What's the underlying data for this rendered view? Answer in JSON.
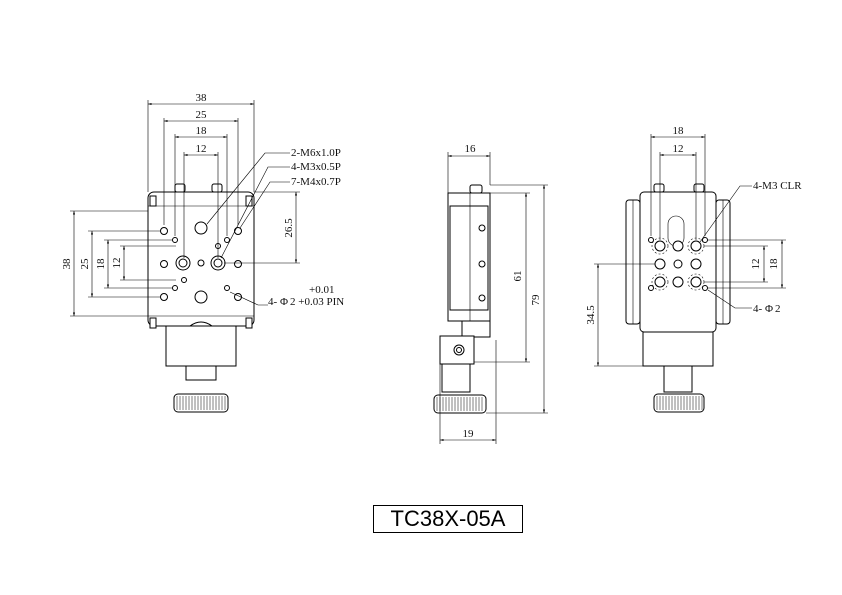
{
  "model": "TC38X-05A",
  "front_view": {
    "dims": {
      "d38_top": "38",
      "d25_top": "25",
      "d18_top": "18",
      "d12_top": "12",
      "d26_5": "26.5",
      "d38_left": "38",
      "d25_left": "25",
      "d18_left": "18",
      "d12_left": "12"
    },
    "notes": {
      "m6": "2-M6x1.0P",
      "m3": "4-M3x0.5P",
      "m4": "7-M4x0.7P",
      "pin_tol": "+0.01",
      "pin_prefix": "4-",
      "pin_spec": "2 +0.03 PIN"
    }
  },
  "side_view": {
    "dims": {
      "d16": "16",
      "d61": "61",
      "d79": "79",
      "d19": "19"
    }
  },
  "back_view": {
    "dims": {
      "d18_top": "18",
      "d12_top": "12",
      "d12_right": "12",
      "d18_right": "18",
      "d34_5": "34.5"
    },
    "notes": {
      "clr": "4-M3 CLR",
      "dia2_prefix": "4-",
      "dia2_spec": "2"
    }
  },
  "phi_symbol": "Φ"
}
